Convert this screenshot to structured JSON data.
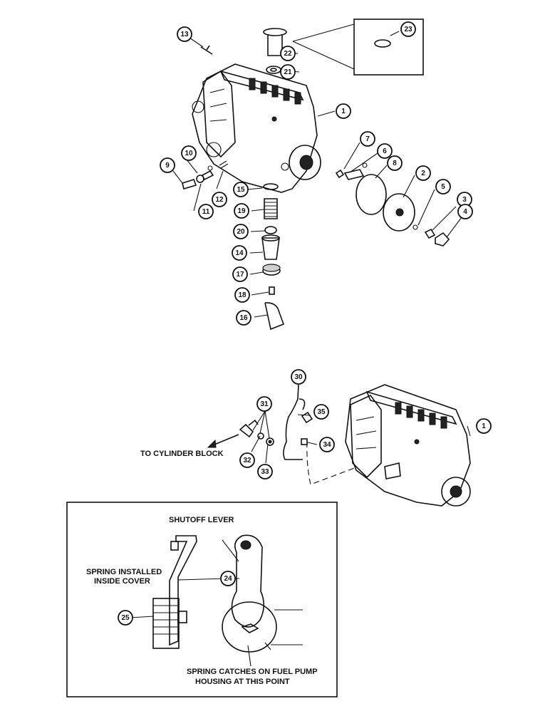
{
  "callouts": [
    {
      "id": "13"
    },
    {
      "id": "22"
    },
    {
      "id": "21"
    },
    {
      "id": "23"
    },
    {
      "id": "1"
    },
    {
      "id": "7"
    },
    {
      "id": "6"
    },
    {
      "id": "8"
    },
    {
      "id": "2"
    },
    {
      "id": "5"
    },
    {
      "id": "3"
    },
    {
      "id": "4"
    },
    {
      "id": "10"
    },
    {
      "id": "9"
    },
    {
      "id": "12"
    },
    {
      "id": "11"
    },
    {
      "id": "15"
    },
    {
      "id": "19"
    },
    {
      "id": "20"
    },
    {
      "id": "14"
    },
    {
      "id": "17"
    },
    {
      "id": "18"
    },
    {
      "id": "16"
    },
    {
      "id": "30"
    },
    {
      "id": "31"
    },
    {
      "id": "35"
    },
    {
      "id": "34"
    },
    {
      "id": "32"
    },
    {
      "id": "33"
    },
    {
      "id": "1"
    },
    {
      "id": "24"
    },
    {
      "id": "25"
    }
  ],
  "labels": {
    "to_cylinder_block": "TO CYLINDER BLOCK",
    "shutoff_lever": "SHUTOFF LEVER",
    "spring_installed_1": "SPRING INSTALLED",
    "spring_installed_2": "INSIDE COVER",
    "spring_catches_1": "SPRING CATCHES ON FUEL PUMP",
    "spring_catches_2": "HOUSING AT THIS POINT"
  }
}
